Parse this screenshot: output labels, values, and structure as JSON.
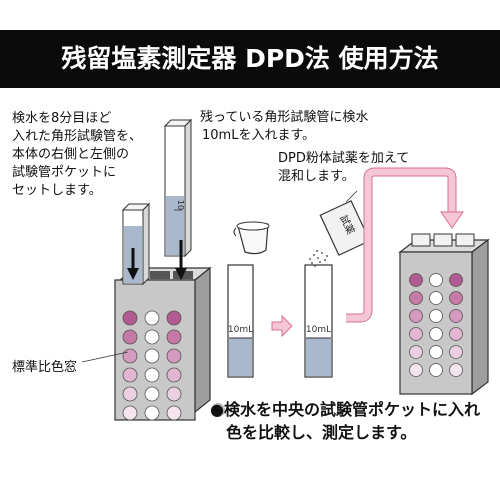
{
  "title": "残留塩素測定器 DPD法 使用方法",
  "steps": {
    "step1": [
      "検水を8分目ほど",
      "入れた角形試験管を、",
      "本体の右側と左側の",
      "試験管ポケットに",
      "セットします。"
    ],
    "step2": [
      "残っている角形試験管に検水",
      "10mLを入れます。"
    ],
    "step3": [
      "DPD粉体試薬を加えて",
      "混和します。"
    ],
    "final": [
      "●検水を中央の試験管ポケットに入れ",
      "色を比較し、測定します。"
    ]
  },
  "labels": {
    "color_window": "標準比色窓",
    "tube_mark_small": "10",
    "tube_mark": "10mL",
    "reagent_packet": "試薬"
  },
  "colors": {
    "title_bg": "#0b0b0b",
    "water": "#a9b8cc",
    "arrow_pink": "#f4c6d6",
    "arrow_pink_stroke": "#d8708f",
    "device_gray": "#c8c8c8",
    "standard_colors": [
      "#b25a92",
      "#c678a6",
      "#d69ac0",
      "#e2b6d2",
      "#ecd0e2",
      "#f4e4ee"
    ]
  }
}
